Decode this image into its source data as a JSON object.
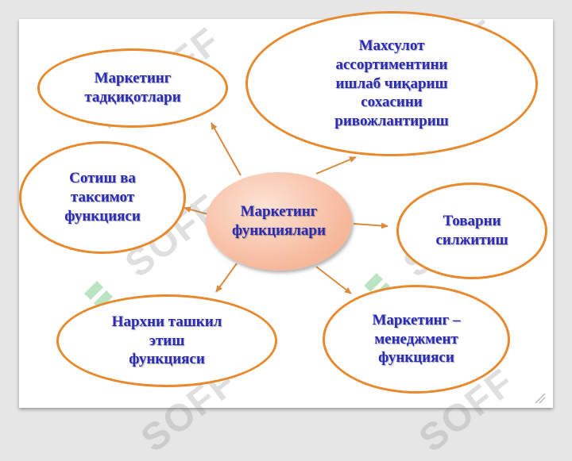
{
  "diagram": {
    "center": "Маркетинг\nфункциялари",
    "nodes": {
      "research": "Маркетинг\nтадқиқотлари",
      "assortment": "Махсулот\nассортиментини\nишлаб чиқариш\nсохасини\nривожлантириш",
      "sales": "Сотиш ва\nтаксимот\nфункцияси",
      "promotion": "Товарни\nсилжитиш",
      "pricing": "Нархни ташкил\nэтиш\nфункцияси",
      "management": "Маркетинг –\nменеджмент\nфункцияси"
    }
  },
  "watermark": {
    "text": "SOFF"
  },
  "colors": {
    "border": "#e8892d",
    "text": "#2b2bb8",
    "arrow": "#d98a3a",
    "center_fill": "#f6b89a"
  }
}
